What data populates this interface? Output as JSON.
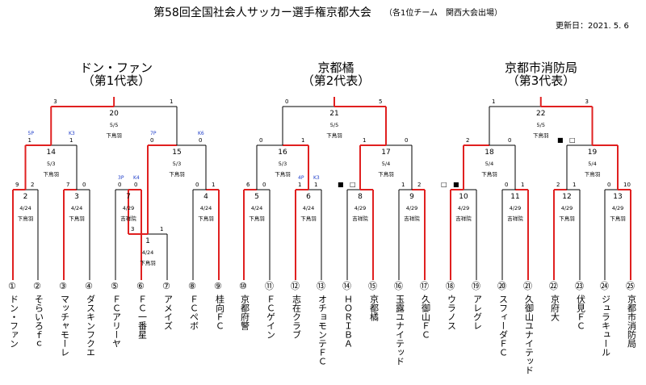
{
  "header": {
    "title": "第58回全国社会人サッカー選手権京都大会",
    "note": "（各1位チーム　関西大会出場）",
    "updated": "更新日：2021. 5. 6"
  },
  "groups": [
    {
      "name": "ドン・ファン",
      "rep": "（第1代表）"
    },
    {
      "name": "京都橘",
      "rep": "（第2代表）"
    },
    {
      "name": "京都市消防局",
      "rep": "（第3代表）"
    }
  ],
  "teams": [
    {
      "no": "①",
      "name": "ドン・ファン"
    },
    {
      "no": "②",
      "name": "そらいろｆｃ"
    },
    {
      "no": "③",
      "name": "マッチャモーレ"
    },
    {
      "no": "④",
      "name": "ダスキンフクエ"
    },
    {
      "no": "⑤",
      "name": "ＦＣアリーヤ"
    },
    {
      "no": "⑥",
      "name": "ＦＣ一番星"
    },
    {
      "no": "⑦",
      "name": "アメイズ"
    },
    {
      "no": "⑧",
      "name": "ＦＣペボ"
    },
    {
      "no": "⑨",
      "name": "桂向ＦＣ"
    },
    {
      "no": "⑩",
      "name": "京都府警"
    },
    {
      "no": "⑪",
      "name": "ＦＣゲイン"
    },
    {
      "no": "⑫",
      "name": "志在クラブ"
    },
    {
      "no": "⑬",
      "name": "オチョモンテＦＣ"
    },
    {
      "no": "⑭",
      "name": "ＨＯＲＩＢＡ"
    },
    {
      "no": "⑮",
      "name": "京都橘"
    },
    {
      "no": "⑯",
      "name": "玉露ユナイテッド"
    },
    {
      "no": "⑰",
      "name": "久御山ＦＣ"
    },
    {
      "no": "⑱",
      "name": "ウラノス"
    },
    {
      "no": "⑲",
      "name": "アレグレ"
    },
    {
      "no": "⑳",
      "name": "スフィーダＦＣ"
    },
    {
      "no": "㉑",
      "name": "久御山ユナイテッド"
    },
    {
      "no": "㉒",
      "name": "京府大"
    },
    {
      "no": "㉓",
      "name": "伏見ＦＣ"
    },
    {
      "no": "㉔",
      "name": "ジュラキュール"
    },
    {
      "no": "㉕",
      "name": "京都市消防局"
    }
  ],
  "matches": [
    {
      "no": "1",
      "date": "4/24",
      "venue": "下鳥羽",
      "sl": "3",
      "sr": "1"
    },
    {
      "no": "2",
      "date": "4/24",
      "venue": "下鳥羽",
      "sl": "9",
      "sr": "2"
    },
    {
      "no": "3",
      "date": "4/24",
      "venue": "下鳥羽",
      "sl": "7",
      "sr": "0"
    },
    {
      "no": "4",
      "date": "4/24",
      "venue": "下鳥羽",
      "sl": "0",
      "sr": "1"
    },
    {
      "no": "5",
      "date": "4/24",
      "venue": "下鳥羽",
      "sl": "6",
      "sr": "0"
    },
    {
      "no": "6",
      "date": "4/24",
      "venue": "下鳥羽",
      "sl": "1",
      "sr": "1",
      "pl": "4P",
      "pr": "K3"
    },
    {
      "no": "7",
      "date": "4/29",
      "venue": "吉祥院",
      "sl": "0",
      "sr": "0",
      "pl": "3P",
      "pr": "K4"
    },
    {
      "no": "8",
      "date": "4/29",
      "venue": "吉祥院",
      "ml": "■",
      "mr": "□"
    },
    {
      "no": "9",
      "date": "4/29",
      "venue": "吉祥院",
      "sl": "1",
      "sr": "2"
    },
    {
      "no": "10",
      "date": "4/29",
      "venue": "吉祥院",
      "ml": "□",
      "mr": "■"
    },
    {
      "no": "11",
      "date": "4/29",
      "venue": "吉祥院",
      "sl": "0",
      "sr": "1"
    },
    {
      "no": "12",
      "date": "4/29",
      "venue": "下鳥羽",
      "sl": "2",
      "sr": "1"
    },
    {
      "no": "13",
      "date": "4/29",
      "venue": "下鳥羽",
      "sl": "0",
      "sr": "10"
    },
    {
      "no": "14",
      "date": "5/3",
      "venue": "下鳥羽",
      "sl": "1",
      "sr": "1",
      "pl": "5P",
      "pr": "K3"
    },
    {
      "no": "15",
      "date": "5/3",
      "venue": "下鳥羽",
      "sl": "0",
      "sr": "0",
      "pl": "7P",
      "pr": "K6"
    },
    {
      "no": "16",
      "date": "5/3",
      "venue": "下鳥羽",
      "sl": "0",
      "sr": "1"
    },
    {
      "no": "17",
      "date": "5/4",
      "venue": "下鳥羽",
      "sl": "1",
      "sr": "0"
    },
    {
      "no": "18",
      "date": "5/4",
      "venue": "下鳥羽",
      "sl": "2",
      "sr": "0"
    },
    {
      "no": "19",
      "date": "5/4",
      "venue": "下鳥羽",
      "ml": "■",
      "mr": "□"
    },
    {
      "no": "20",
      "date": "5/5",
      "venue": "下鳥羽",
      "sl": "3",
      "sr": "1"
    },
    {
      "no": "21",
      "date": "5/5",
      "venue": "下鳥羽",
      "sl": "0",
      "sr": "5"
    },
    {
      "no": "22",
      "date": "5/5",
      "venue": "下鳥羽",
      "sl": "1",
      "sr": "3"
    }
  ],
  "colors": {
    "winner": "#e02020",
    "line": "#000000",
    "pk": "#1f3ec9"
  }
}
